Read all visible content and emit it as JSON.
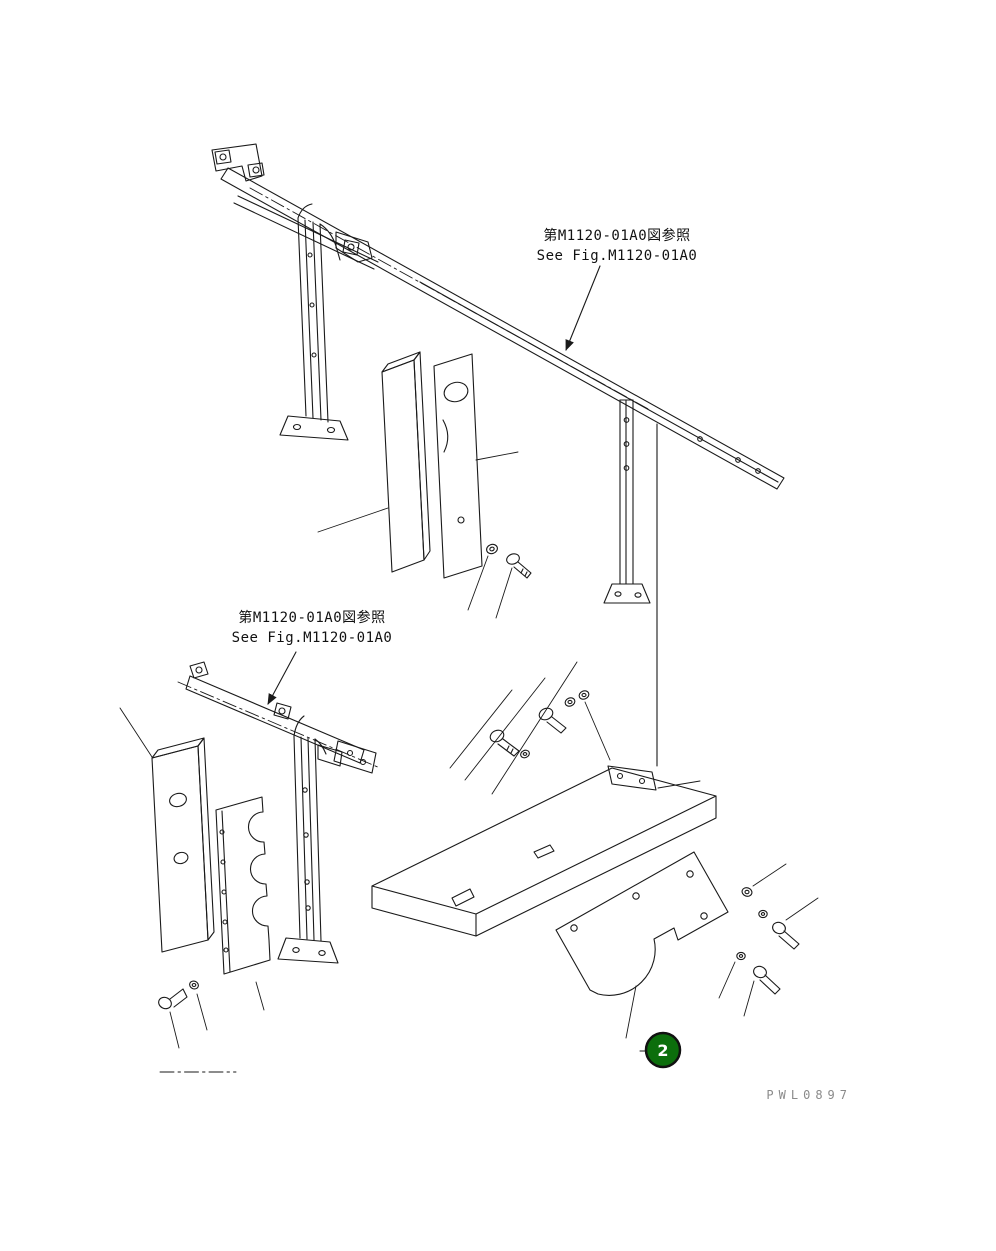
{
  "page": {
    "background": "#ffffff",
    "line_color": "#1a1a1a"
  },
  "annotations": {
    "ref_top": {
      "line1": "第M1120-01A0図参照",
      "line2": "See Fig.M1120-01A0"
    },
    "ref_left": {
      "line1": "第M1120-01A0図参照",
      "line2": "See Fig.M1120-01A0"
    }
  },
  "callouts": {
    "item2": {
      "number": "2",
      "fill": "#0c6e0c",
      "text_color": "#ffffff"
    }
  },
  "watermark": {
    "text": "PWL0897"
  }
}
